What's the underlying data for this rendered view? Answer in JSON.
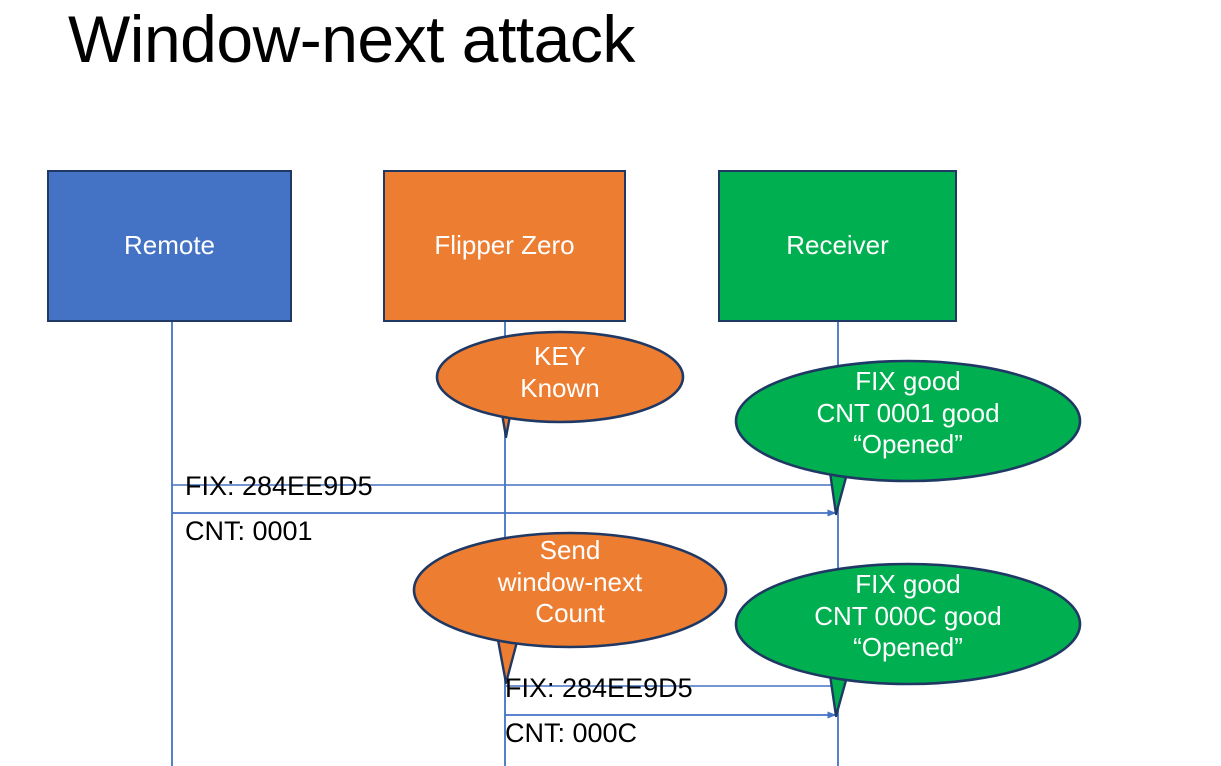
{
  "slide": {
    "title": "Window-next attack",
    "background": "#FFFFFF"
  },
  "colors": {
    "remote_fill": "#4472C4",
    "flipper_fill": "#ED7D31",
    "receiver_fill": "#00B050",
    "outline": "#1F3864",
    "lifeline": "#4472C4",
    "arrow": "#4472C4",
    "label_text": "#000000",
    "box_text": "#FFFFFF"
  },
  "actors": [
    {
      "id": "remote",
      "label": "Remote",
      "fill": "#4472C4"
    },
    {
      "id": "flipper",
      "label": "Flipper Zero",
      "fill": "#ED7D31"
    },
    {
      "id": "receiver",
      "label": "Receiver",
      "fill": "#00B050"
    }
  ],
  "callouts": [
    {
      "id": "flipper-key-known",
      "owner": "flipper",
      "fill": "#ED7D31",
      "lines": [
        "KEY",
        "Known"
      ],
      "text": "KEY\nKnown"
    },
    {
      "id": "receiver-first-verdict",
      "owner": "receiver",
      "fill": "#00B050",
      "lines": [
        "FIX good",
        "CNT 0001 good",
        "“Opened”"
      ],
      "text": "FIX good\nCNT 0001 good\n“Opened”"
    },
    {
      "id": "flipper-send-window-next",
      "owner": "flipper",
      "fill": "#ED7D31",
      "lines": [
        "Send",
        "window-next",
        "Count"
      ],
      "text": "Send\nwindow-next\nCount"
    },
    {
      "id": "receiver-second-verdict",
      "owner": "receiver",
      "fill": "#00B050",
      "lines": [
        "FIX good",
        "CNT 000C good",
        "“Opened”"
      ],
      "text": "FIX good\nCNT 000C good\n“Opened”"
    }
  ],
  "messages": [
    {
      "id": "remote-to-receiver",
      "from": "remote",
      "to": "receiver",
      "fix_label": "FIX: 284EE9D5",
      "cnt_label": "CNT: 0001"
    },
    {
      "id": "flipper-to-receiver",
      "from": "flipper",
      "to": "receiver",
      "fix_label": "FIX: 284EE9D5",
      "cnt_label": "CNT: 000C"
    }
  ]
}
